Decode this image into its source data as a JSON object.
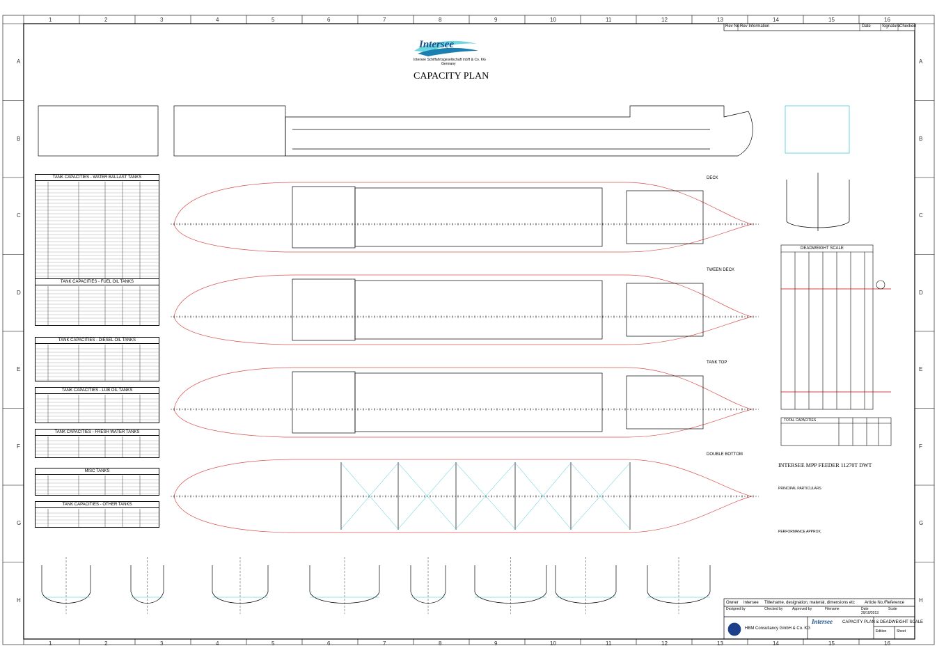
{
  "header": {
    "company_name": "Intersee",
    "company_line": "Intersee Schiffahrtsgesellschaft mbH & Co. KG",
    "country": "Germany",
    "title": "CAPACITY PLAN"
  },
  "border_cols": [
    "1",
    "2",
    "3",
    "4",
    "5",
    "6",
    "7",
    "8",
    "9",
    "10",
    "11",
    "12",
    "13",
    "14",
    "15",
    "16"
  ],
  "border_rows": [
    "A",
    "B",
    "C",
    "D",
    "E",
    "F",
    "G",
    "H"
  ],
  "revision_block": {
    "col1": "Rev No",
    "col2": "Rev Information",
    "col3": "Date",
    "col4": "Signature",
    "col5": "Checked"
  },
  "tank_tables": [
    {
      "title": "TANK CAPACITIES - WATER BALLAST TANKS"
    },
    {
      "title": "TANK CAPACITIES - FUEL OIL TANKS"
    },
    {
      "title": "TANK CAPACITIES - DIESEL OIL TANKS"
    },
    {
      "title": "TANK CAPACITIES - LUB OIL TANKS"
    },
    {
      "title": "TANK CAPACITIES - FRESH WATER TANKS"
    },
    {
      "title": "MISC TANKS"
    },
    {
      "title": "TANK CAPACITIES - OTHER TANKS"
    }
  ],
  "deck_labels": [
    "DECK",
    "TWEEN DECK",
    "TANK TOP",
    "DOUBLE BOTTOM"
  ],
  "deadweight_scale_title": "DEADWEIGHT SCALE",
  "summary_title": "TOTAL CAPACITIES",
  "vessel_notes": {
    "name": "INTERSEE MPP FEEDER 11270T DWT",
    "principal_particulars": "PRINCIPAL PARTICULARS",
    "performance": "PERFORMANCE APPROX."
  },
  "title_block": {
    "owner_label": "Owner",
    "owner": "Intersee",
    "designed_by_label": "Designed by",
    "checked_by_label": "Checked by",
    "approved_by_label": "Approved by",
    "filename_label": "Filename",
    "date_label": "Date",
    "date": "29/10/2013",
    "scale_label": "Scale",
    "consultant": "HBM Consultancy GmbH & Co. KG",
    "logo_text": "Intersee",
    "drawing_title": "CAPACITY PLAN & DEADWEIGHT SCALE",
    "edition_label": "Edition",
    "sheet_label": "Sheet",
    "doc_title": "Title/name, designation, material, dimensions etc",
    "article_label": "Article No./Reference"
  },
  "colors": {
    "hull_line": "#d9534f",
    "structure_cyan": "#2ec4d4",
    "ink": "#000000",
    "accent_magenta": "#c000c0"
  }
}
